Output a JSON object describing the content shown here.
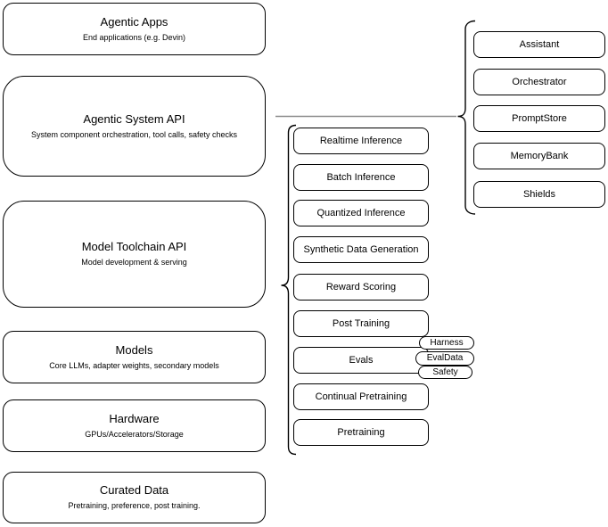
{
  "left_stack": [
    {
      "title": "Agentic Apps",
      "subtitle": "End applications (e.g. Devin)"
    },
    {
      "title": "Agentic System API",
      "subtitle": "System component orchestration, tool calls, safety checks"
    },
    {
      "title": "Model Toolchain API",
      "subtitle": "Model development & serving"
    },
    {
      "title": "Models",
      "subtitle": "Core LLMs, adapter weights, secondary models"
    },
    {
      "title": "Hardware",
      "subtitle": "GPUs/Accelerators/Storage"
    },
    {
      "title": "Curated Data",
      "subtitle": "Pretraining, preference, post training."
    }
  ],
  "toolchain_services": [
    "Realtime Inference",
    "Batch Inference",
    "Quantized Inference",
    "Synthetic Data Generation",
    "Reward Scoring",
    "Post Training",
    "Evals",
    "Continual Pretraining",
    "Pretraining"
  ],
  "eval_badges": [
    "Harness",
    "EvalData",
    "Safety"
  ],
  "system_components": [
    "Assistant",
    "Orchestrator",
    "PromptStore",
    "MemoryBank",
    "Shields"
  ],
  "colors": {
    "box_border": "#000000",
    "box_fill": "#ffffff",
    "connector": "#8a8a8a",
    "text": "#000000"
  }
}
